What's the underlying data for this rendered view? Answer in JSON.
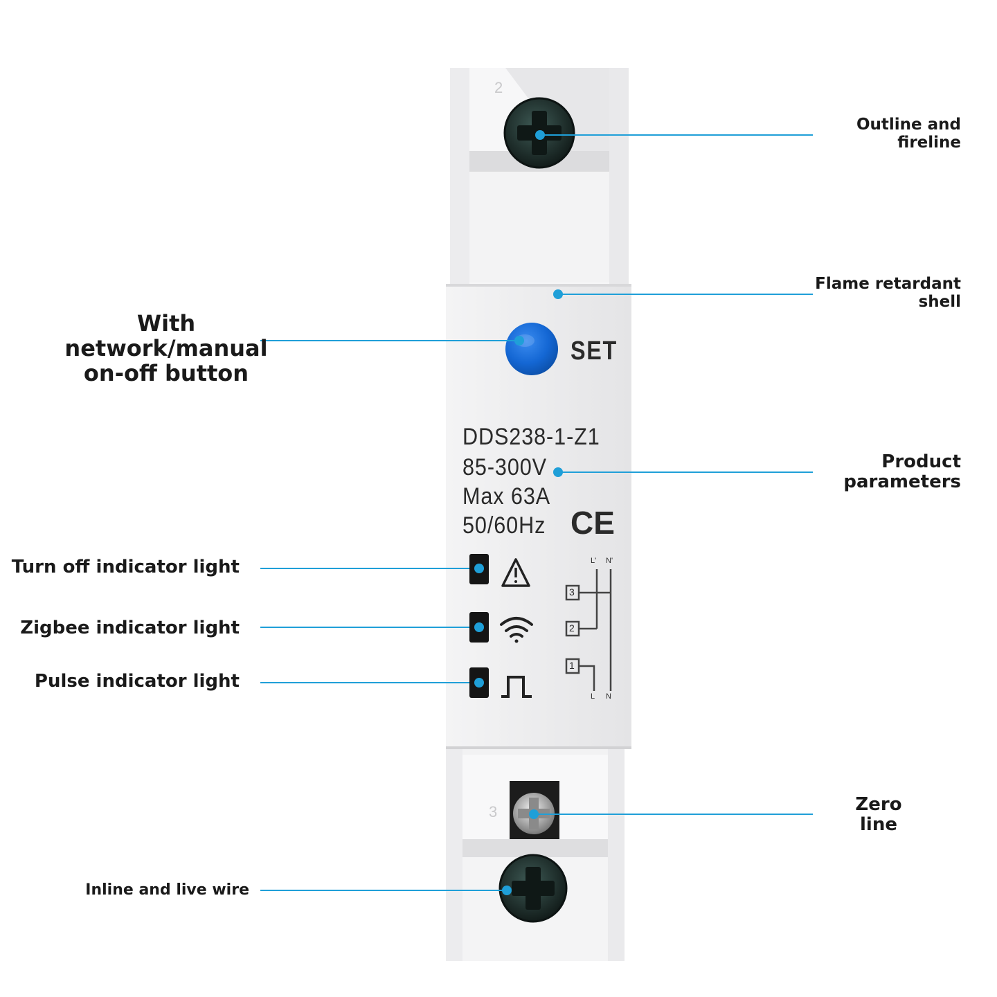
{
  "device": {
    "button_label": "SET",
    "model": "DDS238-1-Z1",
    "voltage": "85-300V",
    "current": "Max 63A",
    "frequency": "50/60Hz",
    "certification": "CE",
    "terminal_top_number": "2",
    "terminal_bottom_number": "3",
    "wiring_labels": {
      "l_prime": "L'",
      "n_prime": "N'",
      "l": "L",
      "n": "N",
      "t1": "1",
      "t2": "2",
      "t3": "3"
    }
  },
  "callouts": {
    "outline_fireline": [
      "Outline and",
      "fireline"
    ],
    "flame_retardant": [
      "Flame retardant",
      "shell"
    ],
    "product_parameters": [
      "Product",
      "parameters"
    ],
    "zero_line": [
      "Zero",
      "line"
    ],
    "network_button": [
      "With",
      "network/manual",
      "on-off button"
    ],
    "turn_off_light": "Turn off indicator light",
    "zigbee_light": "Zigbee indicator light",
    "pulse_light": "Pulse indicator light",
    "inline_live_wire": "Inline and live wire"
  },
  "colors": {
    "accent": "#1f9fd8",
    "button_blue": "#1467d4",
    "shell": "#eeeeef"
  }
}
